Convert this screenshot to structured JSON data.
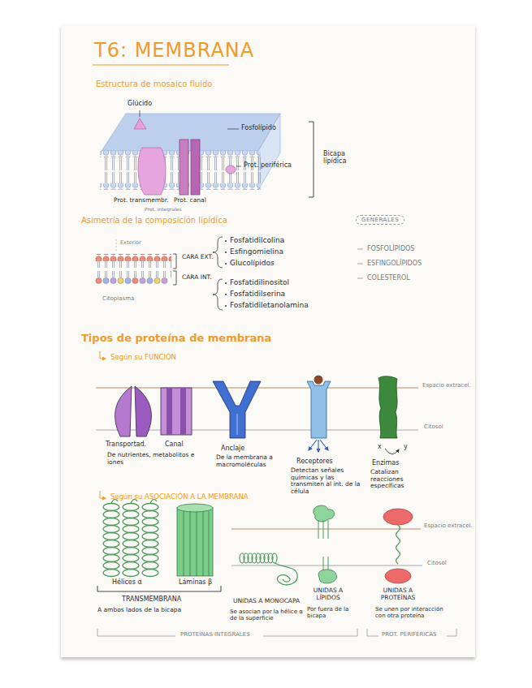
{
  "diagram": {
    "title": "T6: MEMBRANA",
    "nodes": [
      {
        "text": [
          "GENERALES"
        ]
      }
    ],
    "labels": [
      "Estructura de mosaico fluido",
      "Glúcido",
      "Fosfolípido",
      "Prot. periférica",
      "Bicapa lipídica",
      "Prot. transmembr.",
      "Prot. canal",
      "Prot. integrales",
      "Asimetría de la composición lipídica",
      "Exterior",
      "CARA EXT.",
      "CARA INT.",
      "Citoplasma",
      "Fosfatidilcolina",
      "Esfingomielina",
      "Glucolípidos",
      "Fosfatidilinositol",
      "Fosfatidilserina",
      "Fosfatidiletanolamina",
      "FOSFOLÍPIDOS",
      "ESFINGOLÍPIDOS",
      "COLESTEROL",
      "Tipos de proteína de membrana",
      "Según su FUNCIÓN",
      "Espacio extracel.",
      "Citosol",
      "Transportad.",
      "Canal",
      "De nutrientes, metabolitos e iones",
      "Anclaje",
      "De la membrana a macromoléculas",
      "Receptores",
      "Detectan señales químicas y las transmiten al int. de la célula",
      "Enzimas",
      "Catalizan reacciones específicas",
      "x",
      "y",
      "Según su ASOCIACIÓN A LA MEMBRANA",
      "Espacio extracel.",
      "Citosol",
      "Hélices α",
      "Láminas β",
      "TRANSMEMBRANA",
      "A ambos lados de la bicapa",
      "UNIDAS A MONOCAPA",
      "Se asocian por la hélice α de la superficie",
      "UNIDAS A LÍPIDOS",
      "Por fuera de la bicapa",
      "UNIDAS A PROTEÍNAS",
      "Se unen por interacción con otra proteína",
      "PROTEÍNAS INTEGRALES",
      "PROT. PERIFÉRICAS"
    ]
  }
}
